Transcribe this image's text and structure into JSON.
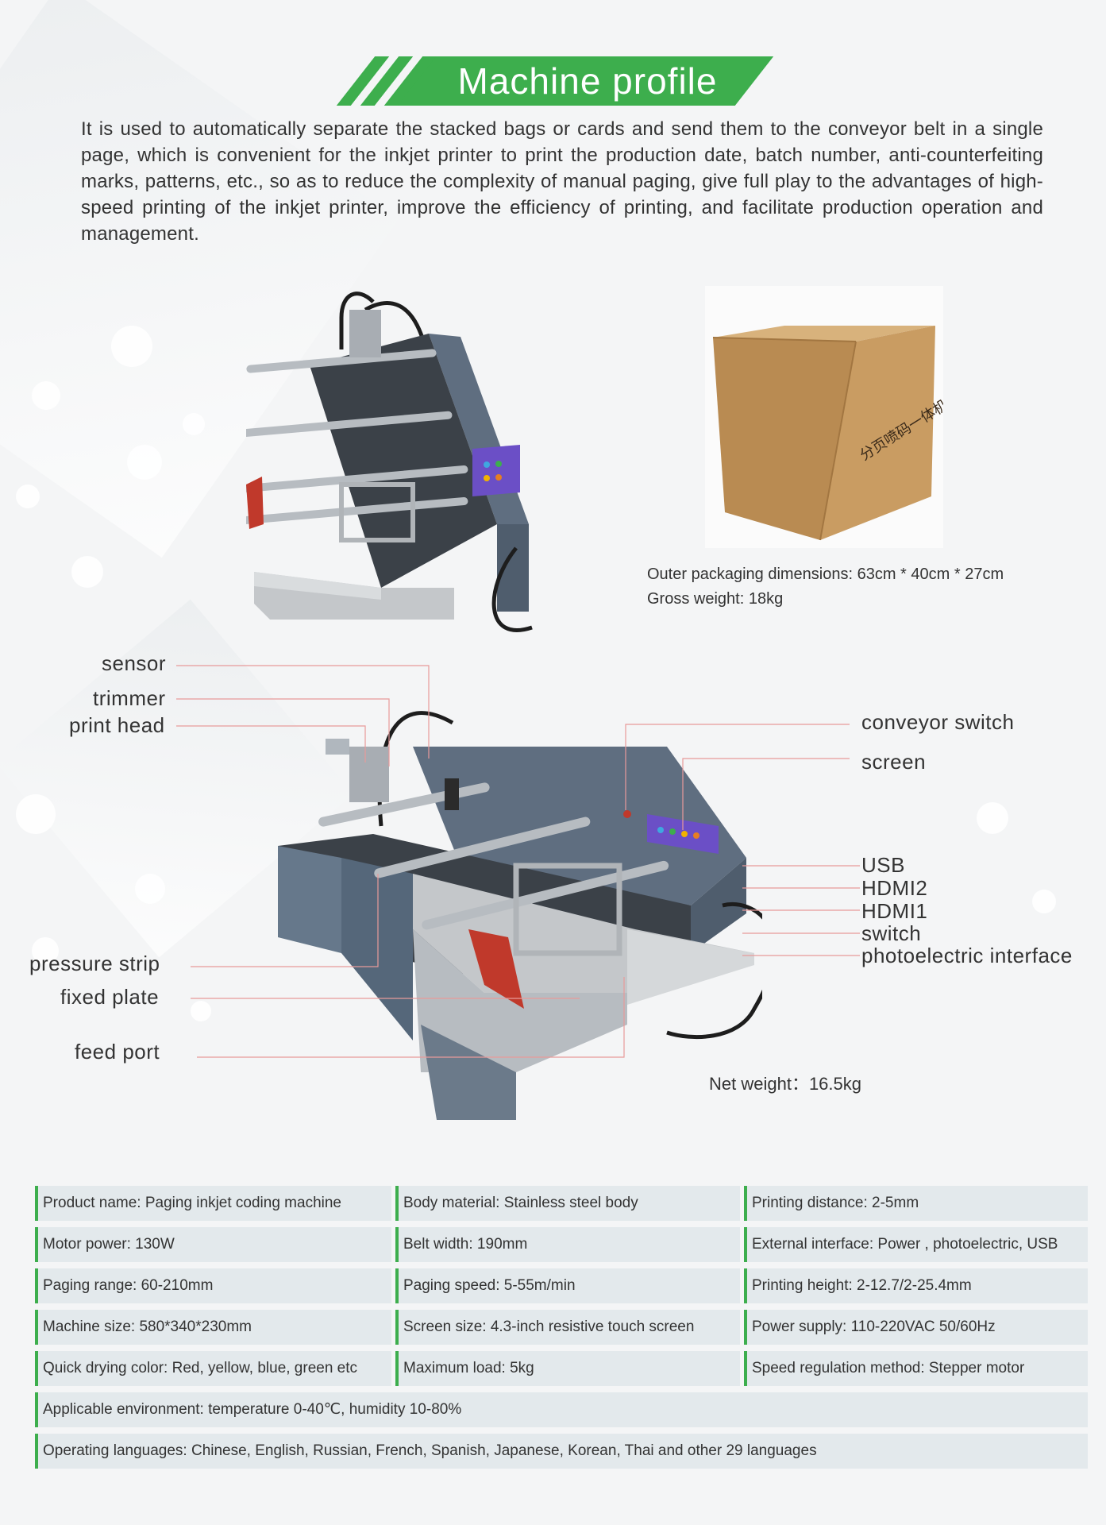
{
  "banner": {
    "title": "Machine profile"
  },
  "intro": "It is used to automatically separate the stacked bags or cards and send them to the conveyor belt in a single page, which is convenient for the inkjet printer to print the production date, batch number, anti-counterfeiting marks, patterns, etc., so as to reduce the complexity of manual paging, give full play to the advantages of high-speed printing of the inkjet printer, improve the efficiency of printing, and facilitate production operation and management.",
  "package": {
    "box_text": "分页喷码一体机",
    "dimensions": "Outer packaging dimensions: 63cm * 40cm * 27cm",
    "gross_weight": "Gross weight: 18kg"
  },
  "net_weight": "Net weight：16.5kg",
  "labels_left": {
    "sensor": "sensor",
    "trimmer": "trimmer",
    "print_head": "print head",
    "pressure_strip": "pressure strip",
    "fixed_plate": "fixed plate",
    "feed_port": "feed port"
  },
  "labels_right": {
    "conveyor_switch": "conveyor switch",
    "screen": "screen",
    "usb": "USB",
    "hdmi2": "HDMI2",
    "hdmi1": "HDMI1",
    "switch": "switch",
    "photoelectric": "photoelectric interface"
  },
  "specs": {
    "rows": [
      [
        "Product name: Paging inkjet coding machine",
        "Body material: Stainless steel body",
        "Printing distance: 2-5mm"
      ],
      [
        "Motor power: 130W",
        "Belt width: 190mm",
        "External interface: Power , photoelectric, USB"
      ],
      [
        "Paging range: 60-210mm",
        "Paging speed: 5-55m/min",
        "Printing height: 2-12.7/2-25.4mm"
      ],
      [
        "Machine size: 580*340*230mm",
        "Screen size: 4.3-inch resistive touch screen",
        "Power supply: 110-220VAC 50/60Hz"
      ],
      [
        "Quick drying color: Red, yellow, blue, green etc",
        "Maximum load: 5kg",
        "Speed regulation method: Stepper motor"
      ]
    ],
    "environment": "Applicable environment: temperature 0-40℃, humidity 10-80%",
    "languages": "Operating languages: Chinese, English, Russian, French, Spanish, Japanese, Korean, Thai and other 29 languages"
  },
  "colors": {
    "accent": "#3dae4d",
    "cell_bg": "#e3e9ec",
    "leader": "#e89a9a",
    "machine_body": "#5f6e80"
  }
}
